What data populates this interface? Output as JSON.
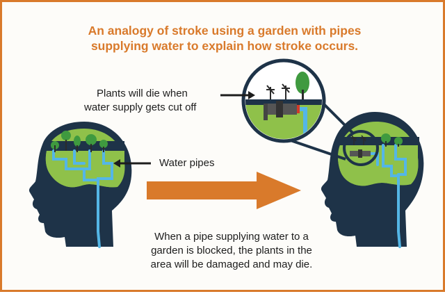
{
  "title": {
    "line1": "An analogy of stroke using a garden with pipes",
    "line2": "supplying water to explain how stroke occurs."
  },
  "labels": {
    "plants_line1": "Plants will die when",
    "plants_line2": "water supply gets cut off",
    "water_pipes": "Water pipes"
  },
  "caption": {
    "line1": "When a pipe supplying water to a",
    "line2": "garden is blocked, the plants in the",
    "line3": "area will be damaged and may die."
  },
  "colors": {
    "border": "#d97a2b",
    "title": "#d97a2b",
    "arrow": "#d97a2b",
    "head": "#1e3348",
    "brain": "#8fc14a",
    "pipe": "#54b6e6",
    "blocked_pipe": "#555555",
    "tree": "#3f9a3f"
  },
  "icons": {
    "left_head": "head-silhouette-icon",
    "right_head": "head-silhouette-icon",
    "magnifier": "magnifier-circle-icon",
    "process_arrow": "right-arrow-icon",
    "dead_plant": "wilted-plant-icon",
    "healthy_plant": "tree-icon"
  }
}
